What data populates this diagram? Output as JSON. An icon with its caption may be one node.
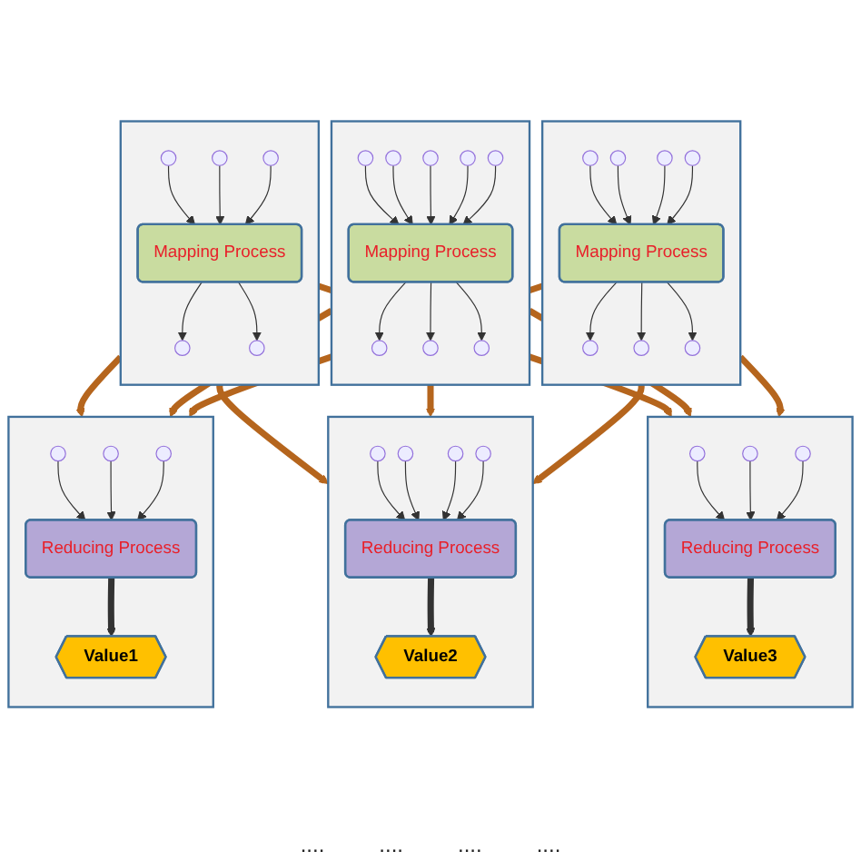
{
  "diagram": {
    "nodes": [
      {
        "text": [],
        "shape": "box"
      },
      {
        "text": [],
        "shape": "circle",
        "in": 0
      },
      {
        "text": [],
        "shape": "circle",
        "in": 0
      },
      {
        "text": [],
        "shape": "circle",
        "in": 0
      },
      {
        "text": [
          "Mapping Process"
        ],
        "in": 0
      },
      {
        "text": [],
        "shape": "circle",
        "in": 0
      },
      {
        "text": [],
        "shape": "circle",
        "in": 0
      },
      {
        "text": [],
        "shape": "box"
      },
      {
        "text": [],
        "shape": "circle",
        "in": 7
      },
      {
        "text": [],
        "shape": "circle",
        "in": 7
      },
      {
        "text": [],
        "shape": "circle",
        "in": 7
      },
      {
        "text": [],
        "shape": "circle",
        "in": 7
      },
      {
        "text": [],
        "shape": "circle",
        "in": 7
      },
      {
        "text": [
          "Mapping Process"
        ],
        "in": 7
      },
      {
        "text": [],
        "shape": "circle",
        "in": 7
      },
      {
        "text": [],
        "shape": "circle",
        "in": 7
      },
      {
        "text": [],
        "shape": "circle",
        "in": 7
      },
      {
        "text": [],
        "shape": "box"
      },
      {
        "text": [],
        "shape": "circle",
        "in": 17
      },
      {
        "text": [],
        "shape": "circle",
        "in": 17
      },
      {
        "text": [],
        "shape": "circle",
        "in": 17
      },
      {
        "text": [],
        "shape": "circle",
        "in": 17
      },
      {
        "text": [
          "Mapping Process"
        ],
        "in": 17
      },
      {
        "text": [],
        "shape": "circle",
        "in": 17
      },
      {
        "text": [],
        "shape": "circle",
        "in": 17
      },
      {
        "text": [],
        "shape": "circle",
        "in": 17
      },
      {
        "text": [],
        "shape": "box"
      },
      {
        "text": [],
        "shape": "circle",
        "in": 26
      },
      {
        "text": [],
        "shape": "circle",
        "in": 26
      },
      {
        "text": [],
        "shape": "circle",
        "in": 26
      },
      {
        "text": [
          "Reducing Process"
        ],
        "in": 26
      },
      {
        "text": [
          "Value1"
        ],
        "in": 26
      },
      {
        "text": [],
        "shape": "box"
      },
      {
        "text": [],
        "shape": "circle",
        "in": 32
      },
      {
        "text": [],
        "shape": "circle",
        "in": 32
      },
      {
        "text": [],
        "shape": "circle",
        "in": 32
      },
      {
        "text": [],
        "shape": "circle",
        "in": 32
      },
      {
        "text": [
          "Reducing Process"
        ],
        "in": 32
      },
      {
        "text": [
          "Value2"
        ],
        "in": 32
      },
      {
        "text": [],
        "shape": "box"
      },
      {
        "text": [],
        "shape": "circle",
        "in": 39
      },
      {
        "text": [],
        "shape": "circle",
        "in": 39
      },
      {
        "text": [],
        "shape": "circle",
        "in": 39
      },
      {
        "text": [
          "Reducing Process"
        ],
        "in": 39
      },
      {
        "text": [
          "Value3"
        ],
        "in": 39
      }
    ],
    "edges": [
      {
        "from": 1,
        "to": 4,
        "arrow": "to"
      },
      {
        "from": 2,
        "to": 4,
        "arrow": "to"
      },
      {
        "from": 3,
        "to": 4,
        "arrow": "to"
      },
      {
        "from": 4,
        "to": 5,
        "arrow": "to"
      },
      {
        "from": 4,
        "to": 6,
        "arrow": "to"
      },
      {
        "from": 8,
        "to": 13,
        "arrow": "to"
      },
      {
        "from": 9,
        "to": 13,
        "arrow": "to"
      },
      {
        "from": 10,
        "to": 13,
        "arrow": "to"
      },
      {
        "from": 11,
        "to": 13,
        "arrow": "to"
      },
      {
        "from": 12,
        "to": 13,
        "arrow": "to"
      },
      {
        "from": 13,
        "to": 14,
        "arrow": "to"
      },
      {
        "from": 13,
        "to": 15,
        "arrow": "to"
      },
      {
        "from": 13,
        "to": 16,
        "arrow": "to"
      },
      {
        "from": 18,
        "to": 22,
        "arrow": "to"
      },
      {
        "from": 19,
        "to": 22,
        "arrow": "to"
      },
      {
        "from": 20,
        "to": 22,
        "arrow": "to"
      },
      {
        "from": 21,
        "to": 22,
        "arrow": "to"
      },
      {
        "from": 22,
        "to": 23,
        "arrow": "to"
      },
      {
        "from": 22,
        "to": 24,
        "arrow": "to"
      },
      {
        "from": 22,
        "to": 25,
        "arrow": "to"
      },
      {
        "from": 0,
        "to": 26,
        "arrow": "to",
        "style": "thick",
        "color": "#b5651d"
      },
      {
        "from": 0,
        "to": 32,
        "arrow": "to",
        "style": "thick",
        "color": "#b5651d"
      },
      {
        "from": 0,
        "to": 39,
        "arrow": "to",
        "style": "thick",
        "color": "#b5651d"
      },
      {
        "from": 7,
        "to": 26,
        "arrow": "to",
        "style": "thick",
        "color": "#b5651d"
      },
      {
        "from": 7,
        "to": 32,
        "arrow": "to",
        "style": "thick",
        "color": "#b5651d"
      },
      {
        "from": 7,
        "to": 39,
        "arrow": "to",
        "style": "thick",
        "color": "#b5651d"
      },
      {
        "from": 17,
        "to": 26,
        "arrow": "to",
        "style": "thick",
        "color": "#b5651d"
      },
      {
        "from": 17,
        "to": 32,
        "arrow": "to",
        "style": "thick",
        "color": "#b5651d"
      },
      {
        "from": 17,
        "to": 39,
        "arrow": "to",
        "style": "thick",
        "color": "#b5651d"
      },
      {
        "from": 27,
        "to": 30,
        "arrow": "to"
      },
      {
        "from": 28,
        "to": 30,
        "arrow": "to"
      },
      {
        "from": 29,
        "to": 30,
        "arrow": "to"
      },
      {
        "from": 30,
        "to": 31,
        "arrow": "to",
        "style": "thick"
      },
      {
        "from": 33,
        "to": 37,
        "arrow": "to"
      },
      {
        "from": 34,
        "to": 37,
        "arrow": "to"
      },
      {
        "from": 35,
        "to": 37,
        "arrow": "to"
      },
      {
        "from": 36,
        "to": 37,
        "arrow": "to"
      },
      {
        "from": 37,
        "to": 38,
        "arrow": "to",
        "style": "thick"
      },
      {
        "from": 40,
        "to": 43,
        "arrow": "to"
      },
      {
        "from": 41,
        "to": 43,
        "arrow": "to"
      },
      {
        "from": 42,
        "to": 43,
        "arrow": "to"
      },
      {
        "from": 43,
        "to": 44,
        "arrow": "to",
        "style": "thick"
      }
    ],
    "labels": [
      "....",
      "....",
      "....",
      "...."
    ]
  }
}
